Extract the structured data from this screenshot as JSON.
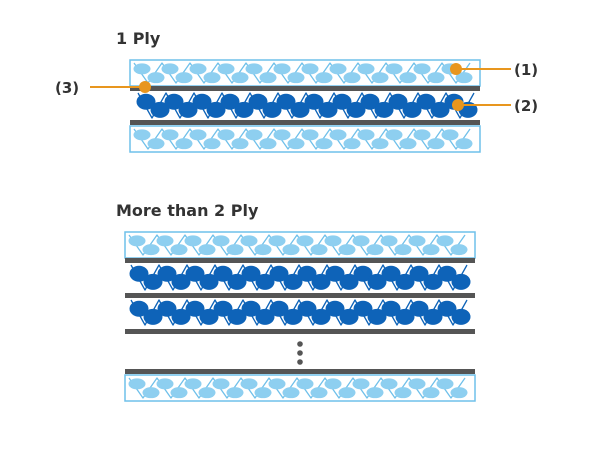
{
  "diagram": {
    "section_one_title": "1 Ply",
    "section_two_title": "More than 2 Ply",
    "callouts": {
      "one": "(1)",
      "two": "(2)",
      "three": "(3)"
    },
    "layer_types": [
      "light-mesh-layer",
      "dark-fabric-layer",
      "separator-sheet"
    ],
    "colors": {
      "light_fill": "#8ecff0",
      "light_stroke": "#6fc0ea",
      "dark_fill": "#0e63b8",
      "sheet": "#555555",
      "callout": "#e8961e",
      "text": "#333333"
    }
  }
}
